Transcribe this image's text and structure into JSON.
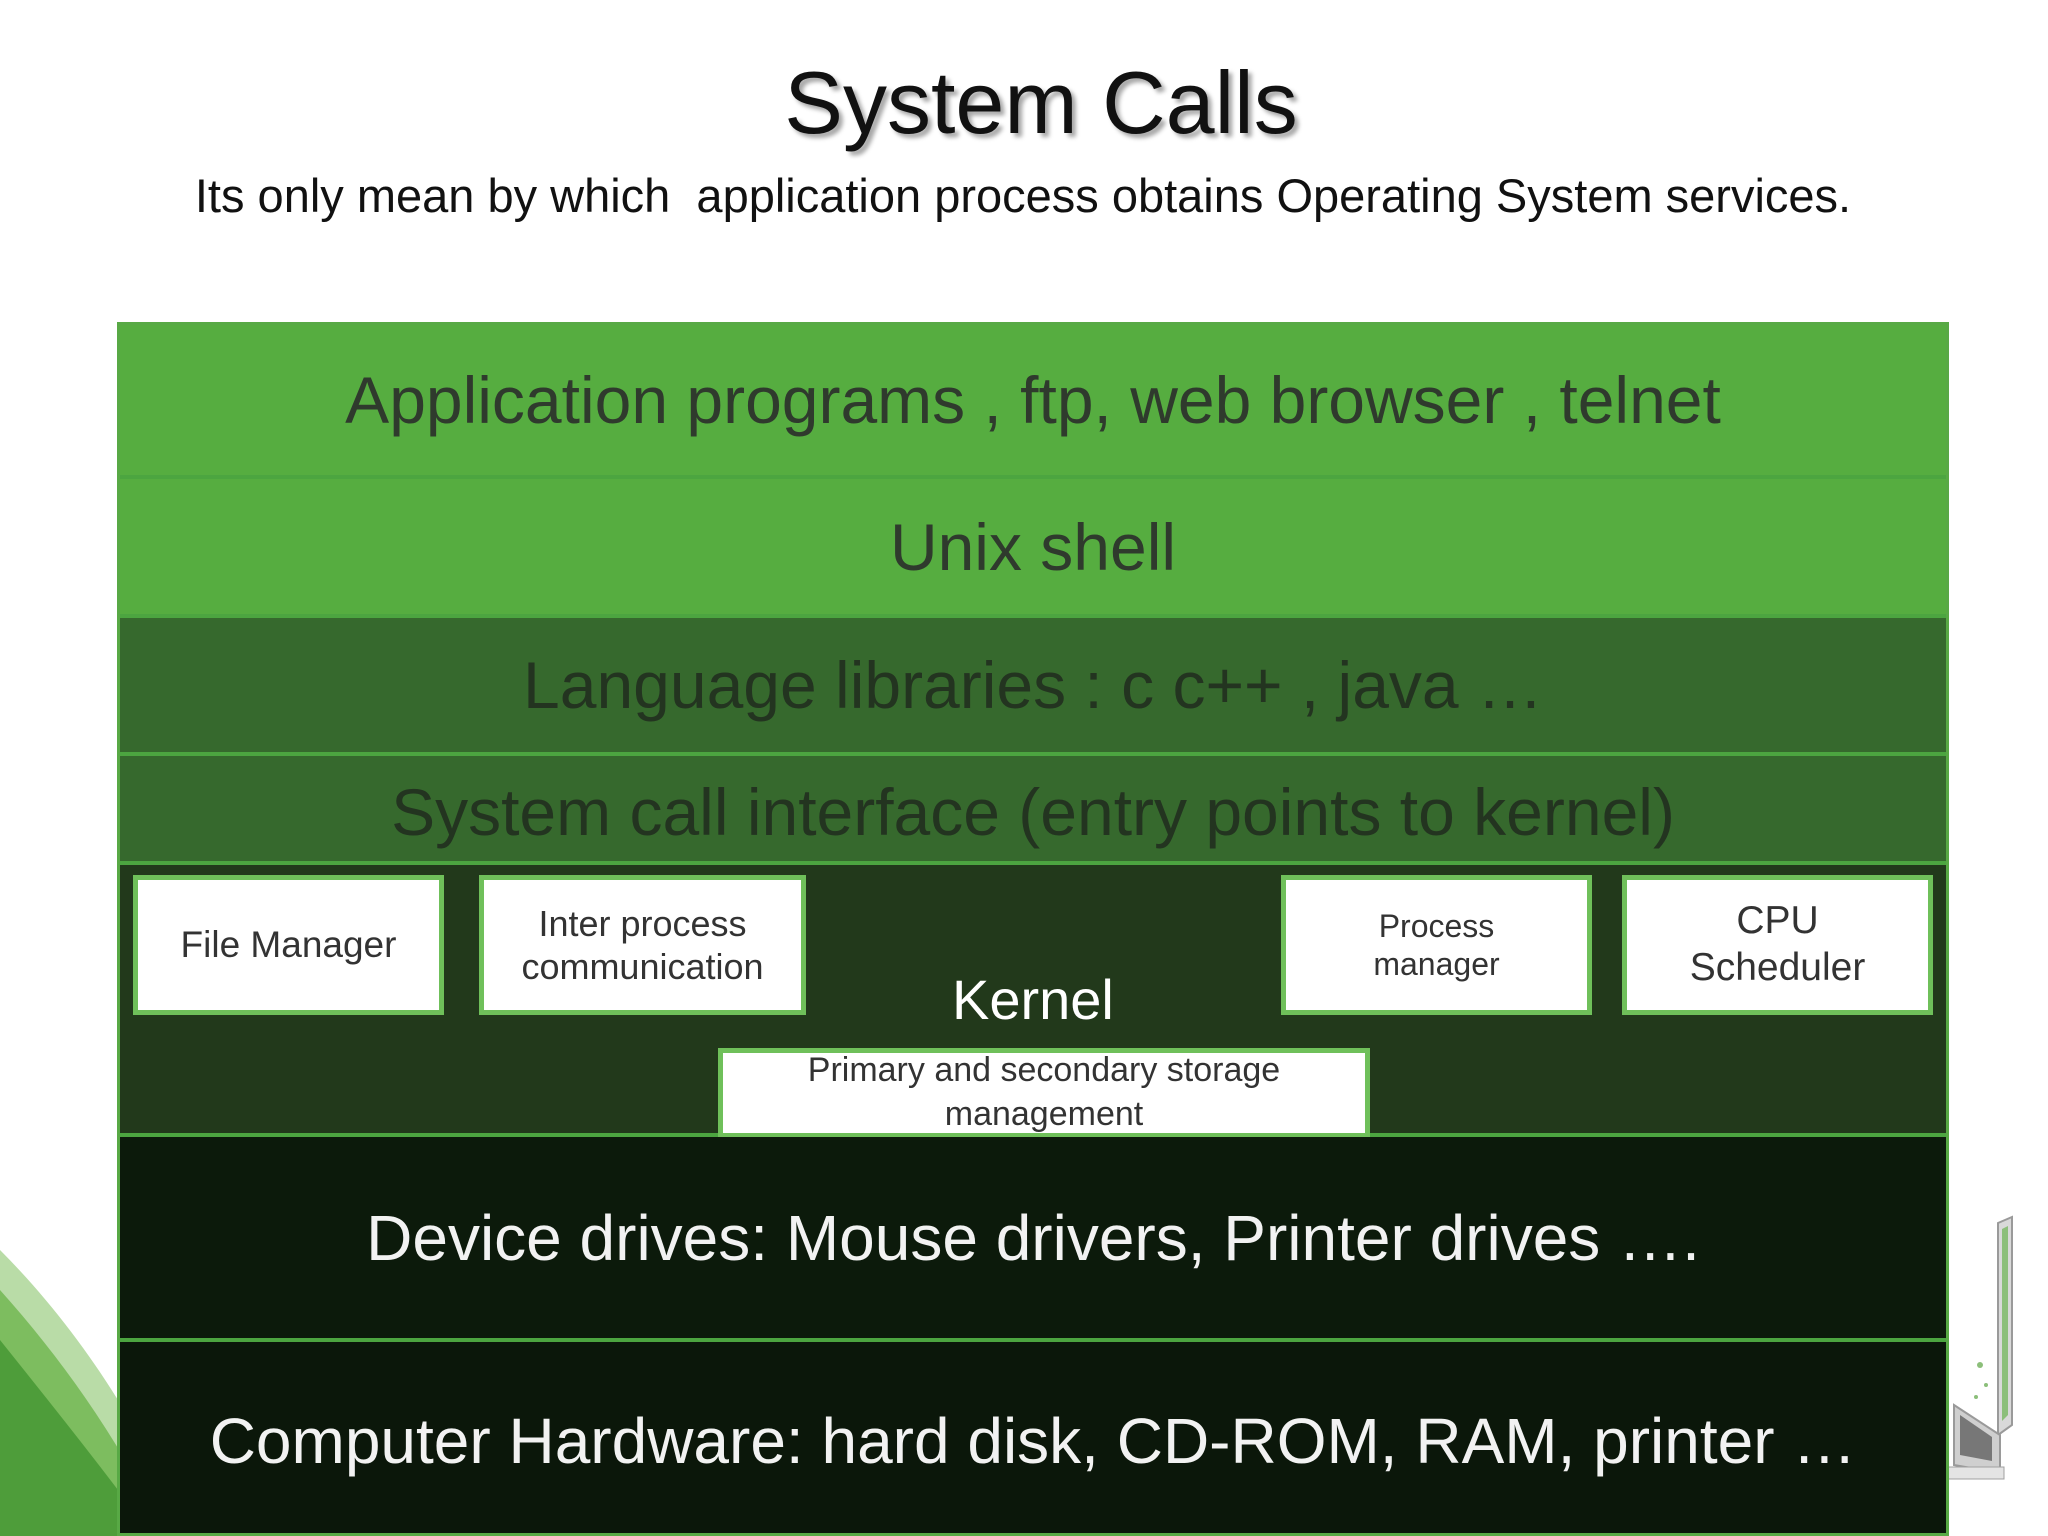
{
  "slide": {
    "title": "System Calls",
    "subtitle": "Its only mean by which  application process obtains Operating System services."
  },
  "layers": {
    "application": "Application programs , ftp, web browser , telnet",
    "shell": "Unix shell",
    "libraries": "Language libraries : c c++ , java …",
    "syscall_interface": "System call interface (entry points to kernel)",
    "kernel": {
      "label": "Kernel",
      "components": {
        "file_manager": "File Manager",
        "ipc_line1": "Inter process",
        "ipc_line2": "communication",
        "process_manager_line1": "Process",
        "process_manager_line2": "manager",
        "cpu_scheduler_line1": "CPU",
        "cpu_scheduler_line2": "Scheduler",
        "storage_line1": "Primary and secondary storage",
        "storage_line2": "management"
      }
    },
    "device_drivers": "Device drives: Mouse drivers, Printer drives ….",
    "hardware": "Computer Hardware: hard disk, CD-ROM, RAM, printer …"
  },
  "colors": {
    "upper_green": "#56ad40",
    "mid_green": "#36692d",
    "kernel_green": "#22391b",
    "dark_green": "#0c1a0b",
    "border_green": "#58a945"
  },
  "decorations": [
    "green-swoosh-graphic",
    "laptop-graphic"
  ]
}
